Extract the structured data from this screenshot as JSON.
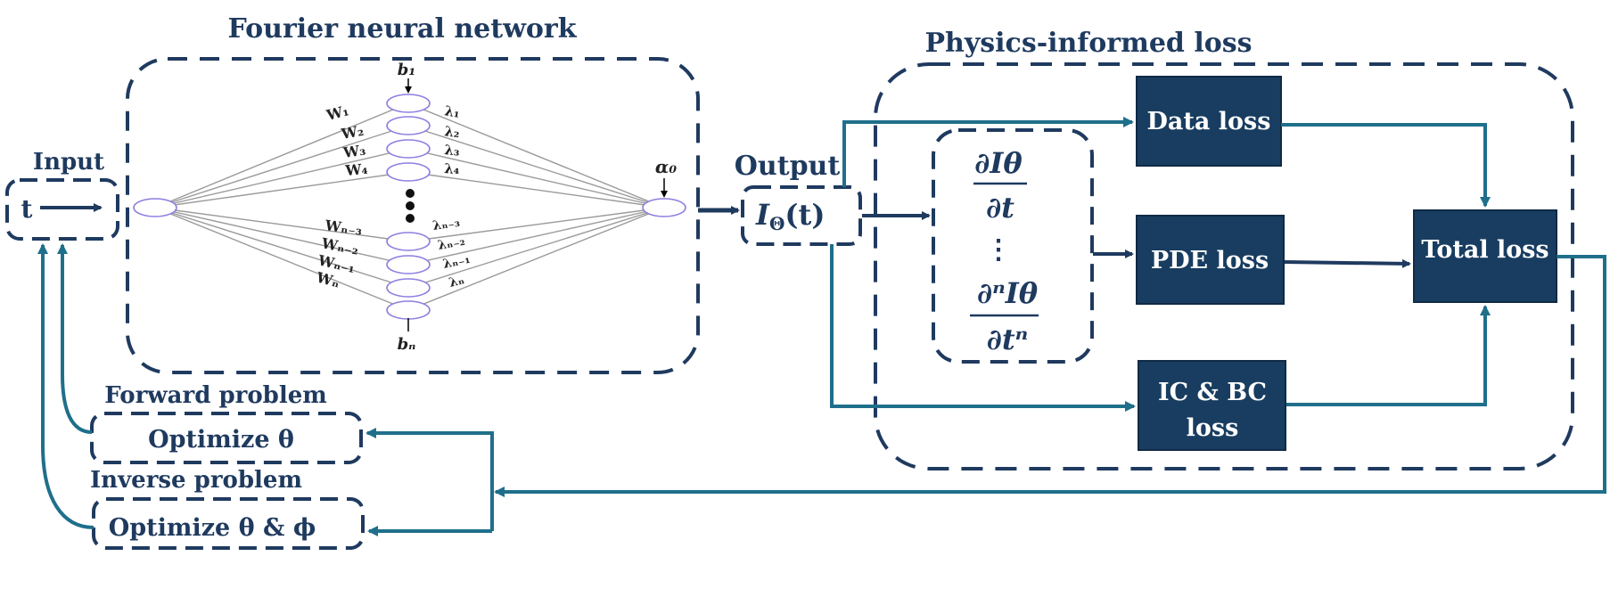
{
  "titles": {
    "fnn": "Fourier neural network",
    "physics": "Physics-informed loss"
  },
  "input": {
    "label": "Input",
    "var": "t"
  },
  "output": {
    "label": "Output",
    "func": "I",
    "sub": "Θ",
    "arg": "(t)"
  },
  "network": {
    "weights_top": [
      "W₁",
      "W₂",
      "W₃",
      "W₄"
    ],
    "weights_bottom": [
      "Wₙ₋₃",
      "Wₙ₋₂",
      "Wₙ₋₁",
      "Wₙ"
    ],
    "lambdas_top": [
      "λ₁",
      "λ₂",
      "λ₃",
      "λ₄"
    ],
    "lambdas_bottom": [
      "λₙ₋₃",
      "λₙ₋₂",
      "λₙ₋₁",
      "λₙ"
    ],
    "bias_top": "b₁",
    "bias_bottom": "bₙ",
    "alpha": "α₀"
  },
  "derivatives": {
    "first_num": "∂Iθ",
    "first_den": "∂t",
    "dots": "⋮",
    "nth_num": "∂ⁿIθ",
    "nth_den": "∂tⁿ"
  },
  "losses": {
    "data": "Data loss",
    "pde": "PDE loss",
    "icbc_line1": "IC & BC",
    "icbc_line2": "loss",
    "total": "Total loss"
  },
  "optimize": {
    "forward_label": "Forward problem",
    "forward_box": "Optimize θ",
    "inverse_label": "Inverse problem",
    "inverse_box": "Optimize θ & ϕ"
  },
  "colors": {
    "dark_navy": "#1f3a5f",
    "teal": "#1f6f8b",
    "box_fill": "#183d60"
  }
}
